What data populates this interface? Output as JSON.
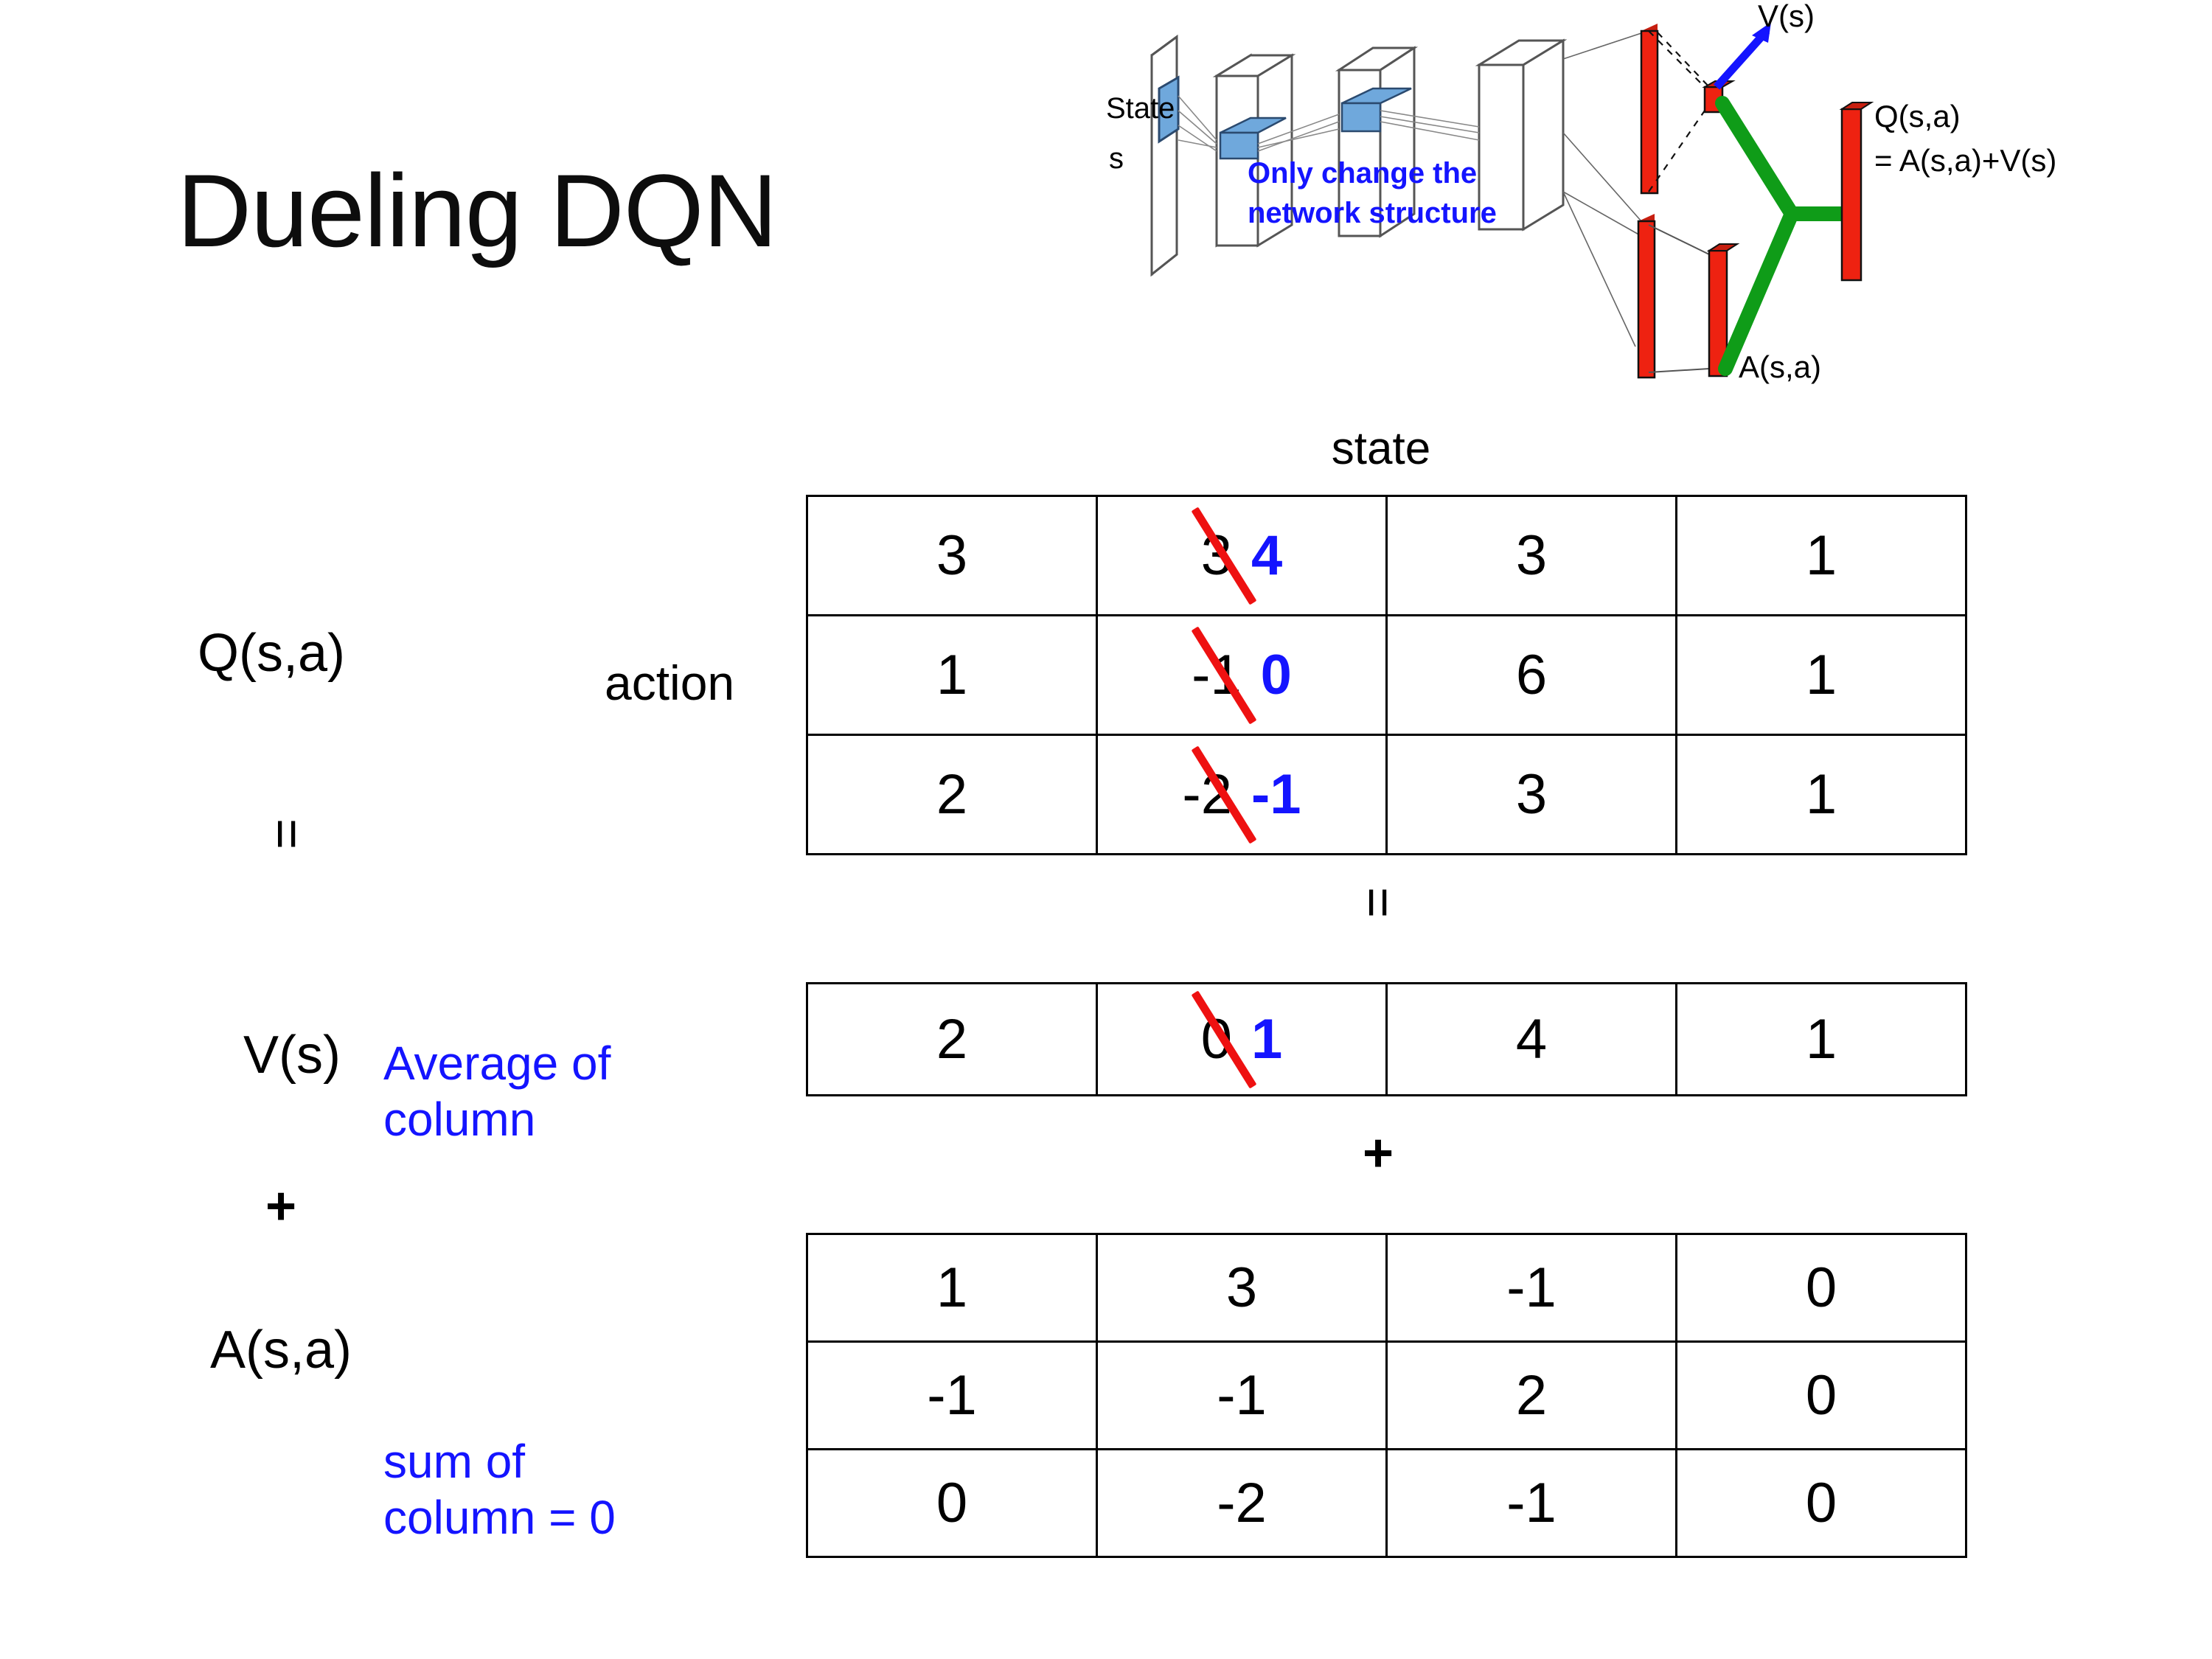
{
  "slide": {
    "title": "Dueling DQN"
  },
  "diagram": {
    "state_label_line1": "State",
    "state_label_line2": "s",
    "note_line1": "Only change the",
    "note_line2": "network structure",
    "v_label": "V(s)",
    "a_label": "A(s,a)",
    "q_label_line1": "Q(s,a)",
    "q_label_line2": "= A(s,a)+V(s)",
    "colors": {
      "note_blue": "#1414ff",
      "bar_red": "#ee2211",
      "merge_green": "#0f9c18",
      "arrow_blue": "#1414ff",
      "block_blue": "#6fa8dc"
    }
  },
  "labels": {
    "state_header": "state",
    "action": "action",
    "q_row": "Q(s,a)",
    "v_row": "V(s)",
    "a_row": "A(s,a)",
    "equals_left": "=",
    "plus_left": "+",
    "equals_mid": "=",
    "plus_mid": "+",
    "note_average_line1": "Average of",
    "note_average_line2": "column",
    "note_sum_line1": "sum of",
    "note_sum_line2": "column = 0"
  },
  "colors": {
    "annotation_blue": "#1414ff",
    "strike_red": "#ee1111",
    "text_black": "#000000",
    "grid_line": "#000000"
  },
  "chart_data": {
    "type": "table",
    "title": "Dueling DQN value decomposition Q(s,a) = V(s) + A(s,a)",
    "column_axis_label": "state",
    "row_axis_label": "action",
    "tables": [
      {
        "name": "Q(s,a)",
        "rows": 3,
        "cols": 4,
        "values": [
          [
            "3",
            "3",
            "3",
            "1"
          ],
          [
            "1",
            "-1",
            "6",
            "1"
          ],
          [
            "2",
            "-2",
            "3",
            "1"
          ]
        ],
        "edits": [
          {
            "row": 0,
            "col": 1,
            "old": "3",
            "new": "4"
          },
          {
            "row": 1,
            "col": 1,
            "old": "-1",
            "new": "0"
          },
          {
            "row": 2,
            "col": 1,
            "old": "-2",
            "new": "-1"
          }
        ]
      },
      {
        "name": "V(s)",
        "rows": 1,
        "cols": 4,
        "values": [
          [
            "2",
            "0",
            "4",
            "1"
          ]
        ],
        "edits": [
          {
            "row": 0,
            "col": 1,
            "old": "0",
            "new": "1"
          }
        ]
      },
      {
        "name": "A(s,a)",
        "rows": 3,
        "cols": 4,
        "values": [
          [
            "1",
            "3",
            "-1",
            "0"
          ],
          [
            "-1",
            "-1",
            "2",
            "0"
          ],
          [
            "0",
            "-2",
            "-1",
            "0"
          ]
        ],
        "edits": []
      }
    ]
  }
}
